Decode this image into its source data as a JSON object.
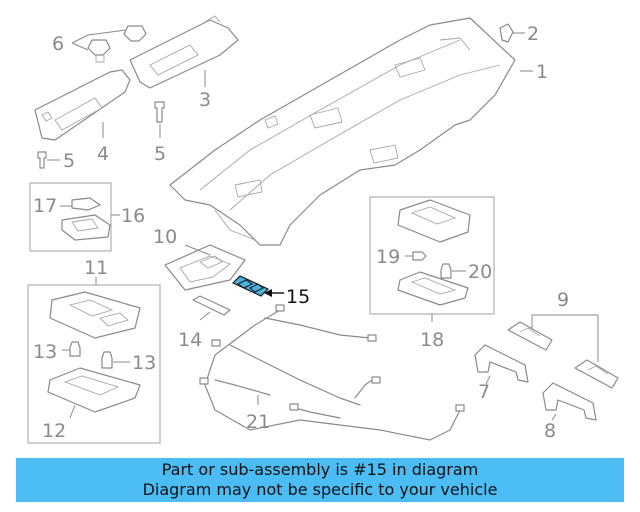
{
  "highlight_color": "#4ab0e0",
  "banner_color": "#4cbcf5",
  "callouts": {
    "c1": "1",
    "c2": "2",
    "c3": "3",
    "c4": "4",
    "c5a": "5",
    "c5b": "5",
    "c6": "6",
    "c7": "7",
    "c8": "8",
    "c9": "9",
    "c10": "10",
    "c11": "11",
    "c12": "12",
    "c13a": "13",
    "c13b": "13",
    "c14": "14",
    "c15": "15",
    "c16": "16",
    "c17": "17",
    "c18": "18",
    "c19": "19",
    "c20": "20",
    "c21": "21"
  },
  "banner": {
    "line1": "Part or sub-assembly is #15 in diagram",
    "line2": "Diagram may not be specific to your vehicle"
  }
}
